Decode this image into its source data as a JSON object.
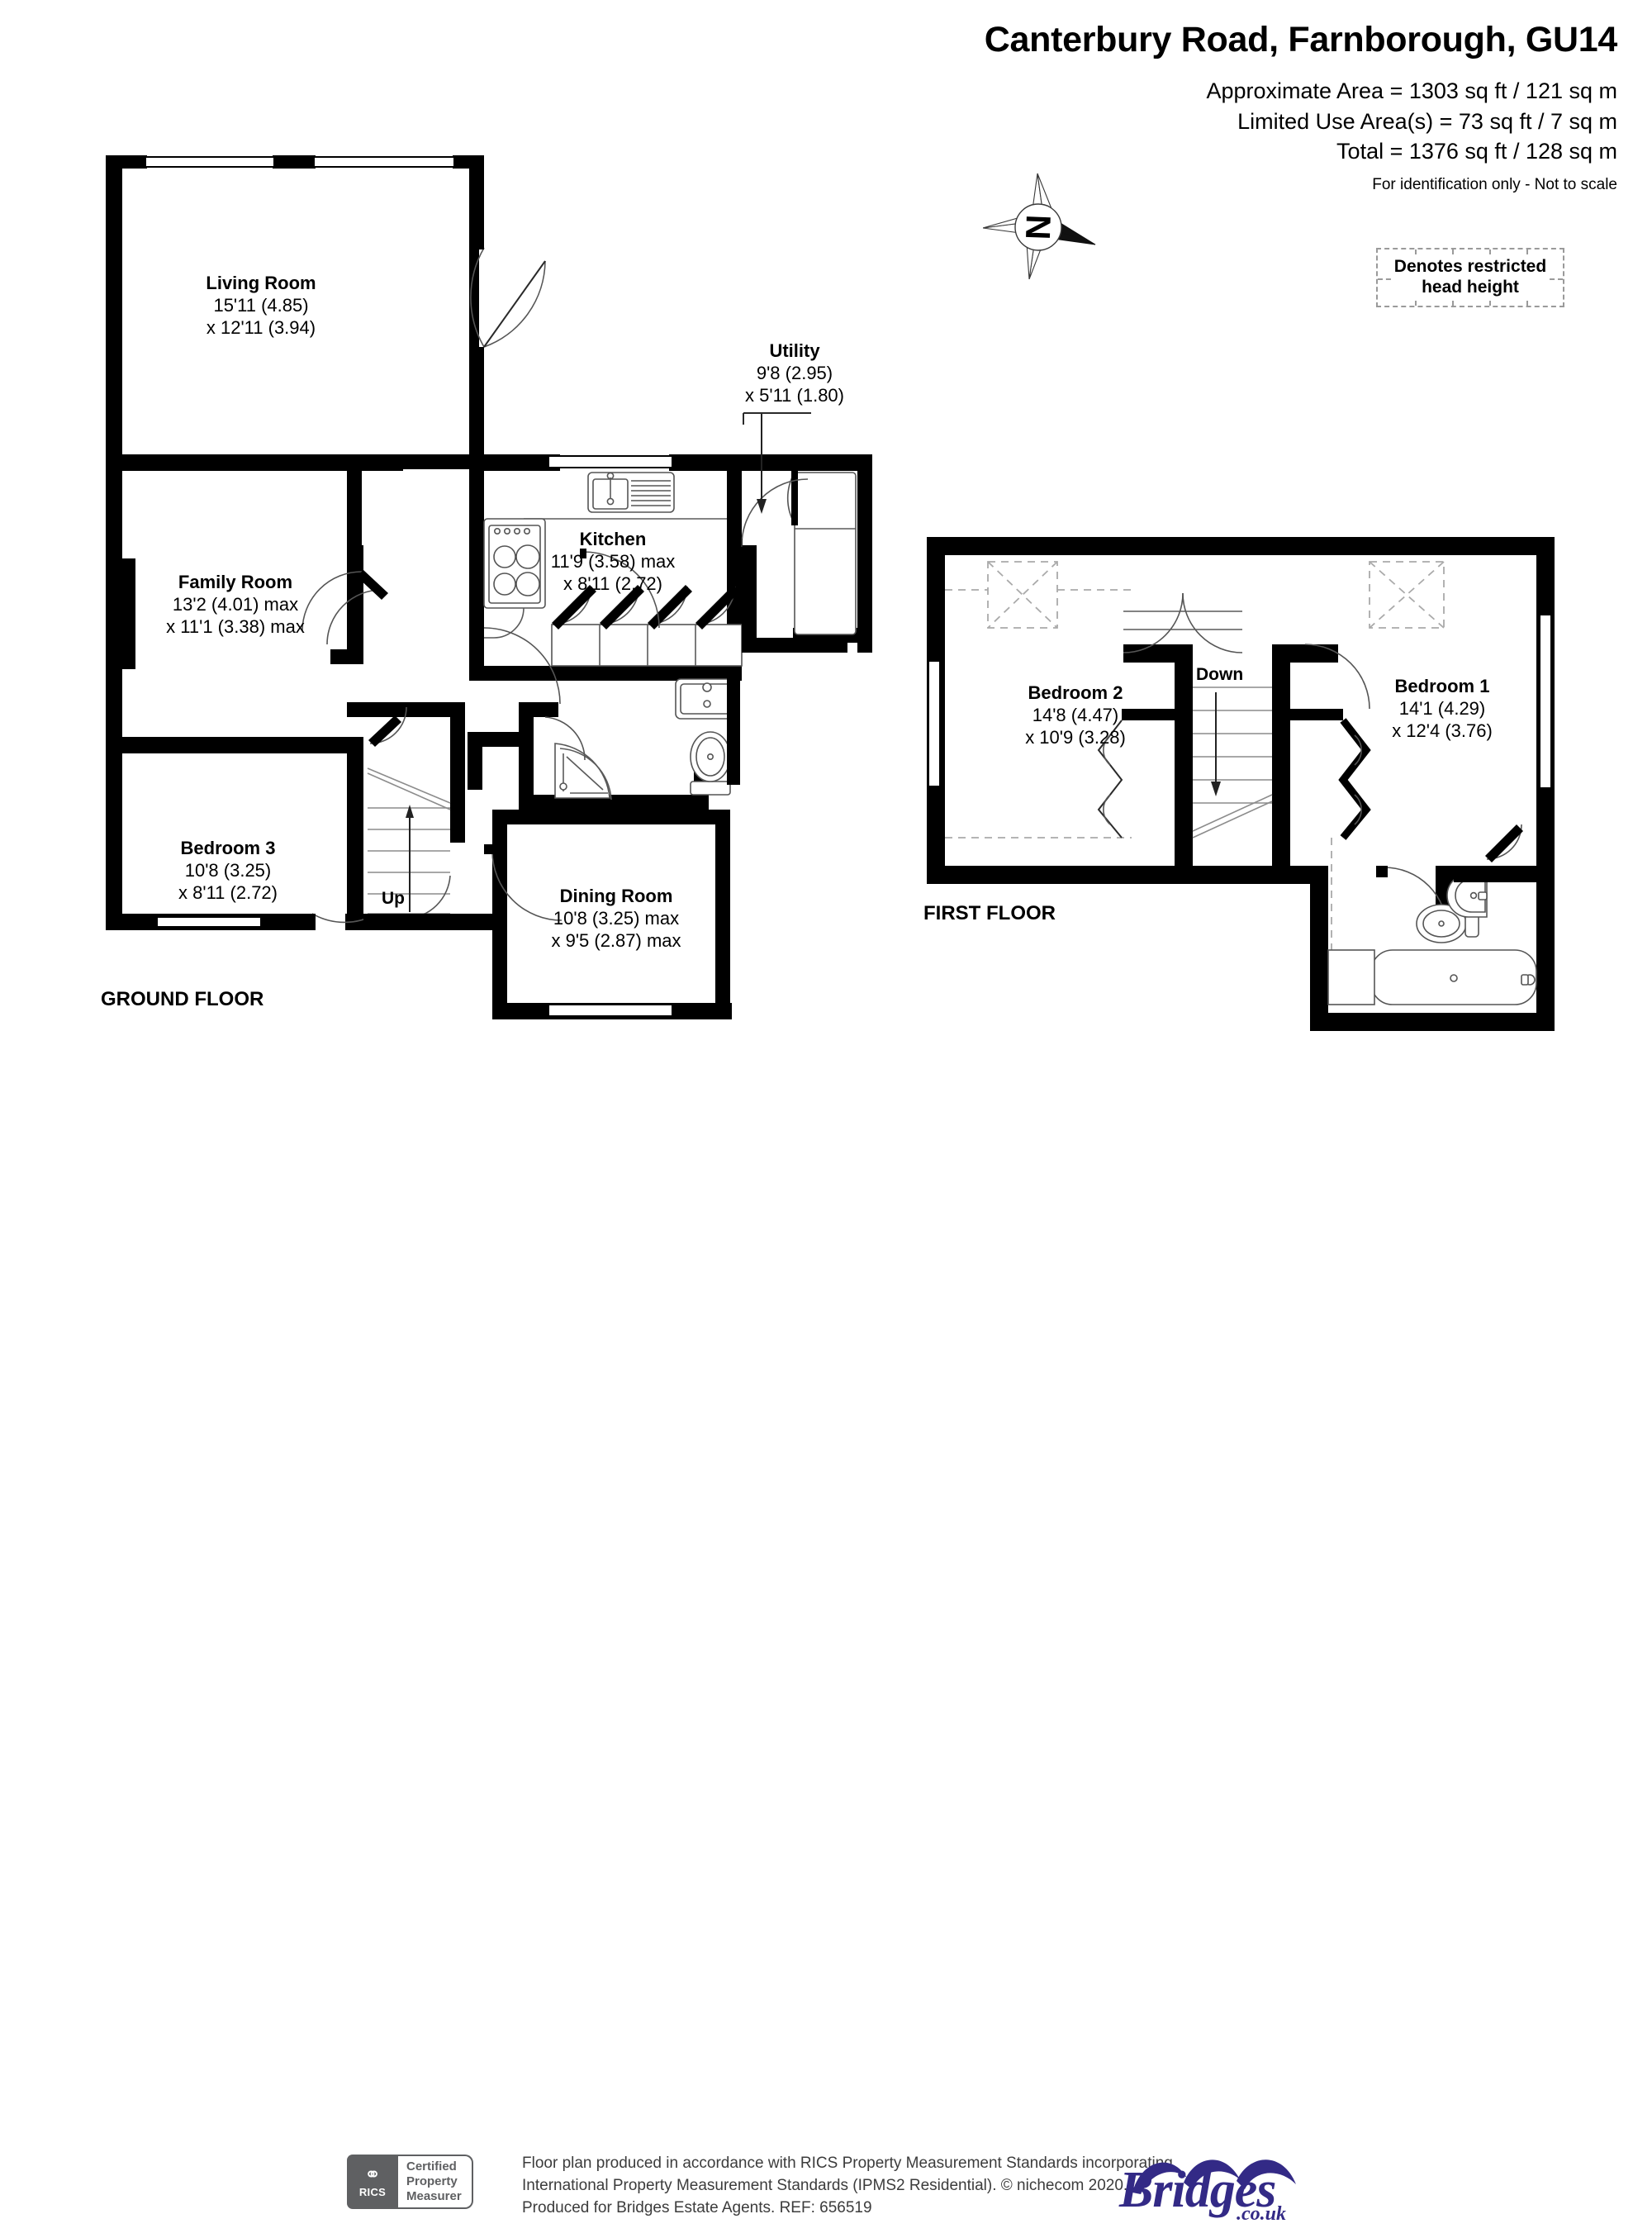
{
  "header": {
    "title": "Canterbury Road, Farnborough, GU14",
    "approx_area": "Approximate Area = 1303 sq ft / 121 sq m",
    "limited_area": "Limited Use Area(s) = 73 sq ft / 7 sq m",
    "total_area": "Total = 1376 sq ft / 128 sq m",
    "disclaimer": "For identification only - Not to scale"
  },
  "legend": {
    "line1": "Denotes restricted",
    "line2": "head height"
  },
  "compass": {
    "north_letter": "N"
  },
  "ground_floor": {
    "floor_label": "GROUND FLOOR",
    "stair_label": "Up",
    "rooms": [
      {
        "name": "Living Room",
        "dim1": "15'11 (4.85)",
        "dim2": "x 12'11 (3.94)"
      },
      {
        "name": "Family Room",
        "dim1": "13'2 (4.01) max",
        "dim2": "x 11'1 (3.38) max"
      },
      {
        "name": "Bedroom 3",
        "dim1": "10'8 (3.25)",
        "dim2": "x 8'11 (2.72)"
      },
      {
        "name": "Kitchen",
        "dim1": "11'9 (3.58) max",
        "dim2": "x 8'11 (2.72)"
      },
      {
        "name": "Utility",
        "dim1": "9'8 (2.95)",
        "dim2": "x 5'11 (1.80)"
      },
      {
        "name": "Dining Room",
        "dim1": "10'8 (3.25) max",
        "dim2": "x 9'5 (2.87) max"
      }
    ]
  },
  "first_floor": {
    "floor_label": "FIRST FLOOR",
    "stair_label": "Down",
    "rooms": [
      {
        "name": "Bedroom 2",
        "dim1": "14'8 (4.47)",
        "dim2": "x 10'9 (3.28)"
      },
      {
        "name": "Bedroom 1",
        "dim1": "14'1 (4.29)",
        "dim2": "x 12'4 (3.76)"
      }
    ]
  },
  "footer": {
    "rics_brand": "RICS",
    "rics_cert_1": "Certified",
    "rics_cert_2": "Property",
    "rics_cert_3": "Measurer",
    "line1": "Floor plan produced in accordance with RICS Property Measurement Standards incorporating",
    "line2": "International Property Measurement Standards (IPMS2 Residential).   © nichecom 2020.",
    "line3": "Produced for Bridges Estate Agents.   REF: 656519",
    "brand_name": "Bridges",
    "brand_domain": ".co.uk",
    "brand_color": "#332a86"
  }
}
